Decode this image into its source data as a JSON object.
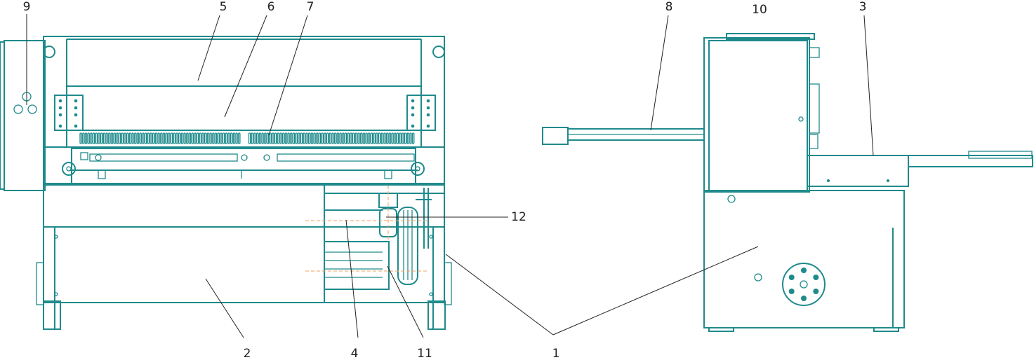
{
  "diagram": {
    "colors": {
      "line": "#1f8a8c",
      "leader": "#222222",
      "centerline": "#f0a060"
    },
    "callouts": [
      {
        "id": "9",
        "text": "9"
      },
      {
        "id": "5",
        "text": "5"
      },
      {
        "id": "6",
        "text": "6"
      },
      {
        "id": "7",
        "text": "7"
      },
      {
        "id": "8",
        "text": "8"
      },
      {
        "id": "10",
        "text": "10"
      },
      {
        "id": "3",
        "text": "3"
      },
      {
        "id": "12",
        "text": "12"
      },
      {
        "id": "2",
        "text": "2"
      },
      {
        "id": "4",
        "text": "4"
      },
      {
        "id": "11",
        "text": "11"
      },
      {
        "id": "1",
        "text": "1"
      }
    ]
  }
}
